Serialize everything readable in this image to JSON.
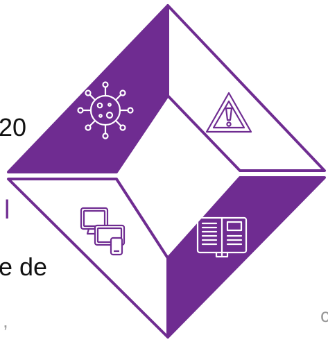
{
  "colors": {
    "accent": "#6f2c91",
    "outline": "#6f2c91",
    "background": "#ffffff",
    "icon_on_purple": "#ffffff",
    "icon_on_white": "#6f2c91"
  },
  "background_text": {
    "fragment_1": "20",
    "fragment_2": "l",
    "fragment_3": "e de",
    "fragment_4": ",",
    "fragment_5": "c"
  },
  "diagram": {
    "quadrants": [
      {
        "id": "top-left",
        "icon": "virus-icon",
        "fill": "accent"
      },
      {
        "id": "top-right",
        "icon": "warning-icon",
        "fill": "white"
      },
      {
        "id": "bottom-left",
        "icon": "devices-icon",
        "fill": "white"
      },
      {
        "id": "bottom-right",
        "icon": "book-icon",
        "fill": "accent"
      }
    ]
  }
}
